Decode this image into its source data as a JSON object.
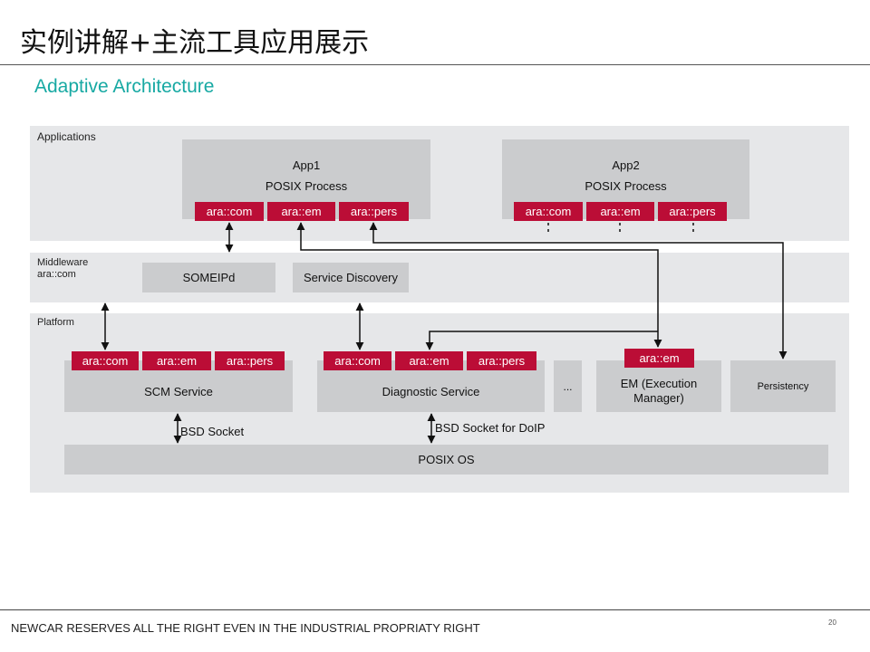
{
  "slide": {
    "title": "实例讲解+主流工具应用展示",
    "subtitle": "Adaptive Architecture",
    "footer": "NEWCAR RESERVES ALL THE RIGHT EVEN IN THE INDUSTRIAL PROPRIATY RIGHT",
    "page_number": "20"
  },
  "layers": {
    "applications": {
      "label": "Applications"
    },
    "middleware": {
      "label": "Middleware",
      "sublabel": "ara::com"
    },
    "platform": {
      "label": "Platform"
    }
  },
  "apps": [
    {
      "name": "App1",
      "process": "POSIX Process",
      "tags": [
        "ara::com",
        "ara::em",
        "ara::pers"
      ]
    },
    {
      "name": "App2",
      "process": "POSIX Process",
      "tags": [
        "ara::com",
        "ara::em",
        "ara::pers"
      ]
    }
  ],
  "middleware": {
    "someipd": "SOMEIPd",
    "service_discovery": "Service Discovery"
  },
  "platform": {
    "scm": {
      "name": "SCM Service",
      "tags": [
        "ara::com",
        "ara::em",
        "ara::pers"
      ]
    },
    "diagnostic": {
      "name": "Diagnostic Service",
      "tags": [
        "ara::com",
        "ara::em",
        "ara::pers"
      ]
    },
    "ellipsis": "...",
    "em": {
      "name": "EM (Execution Manager)",
      "tag": "ara::em"
    },
    "persistency": "Persistency",
    "bsd_socket": "BSD Socket",
    "bsd_socket_doip": "BSD Socket for DoIP",
    "posix_os": "POSIX OS"
  },
  "colors": {
    "accent": "#17a9a3",
    "tag": "#bb0d36",
    "band": "#e6e7e9",
    "box": "#cbccce"
  }
}
